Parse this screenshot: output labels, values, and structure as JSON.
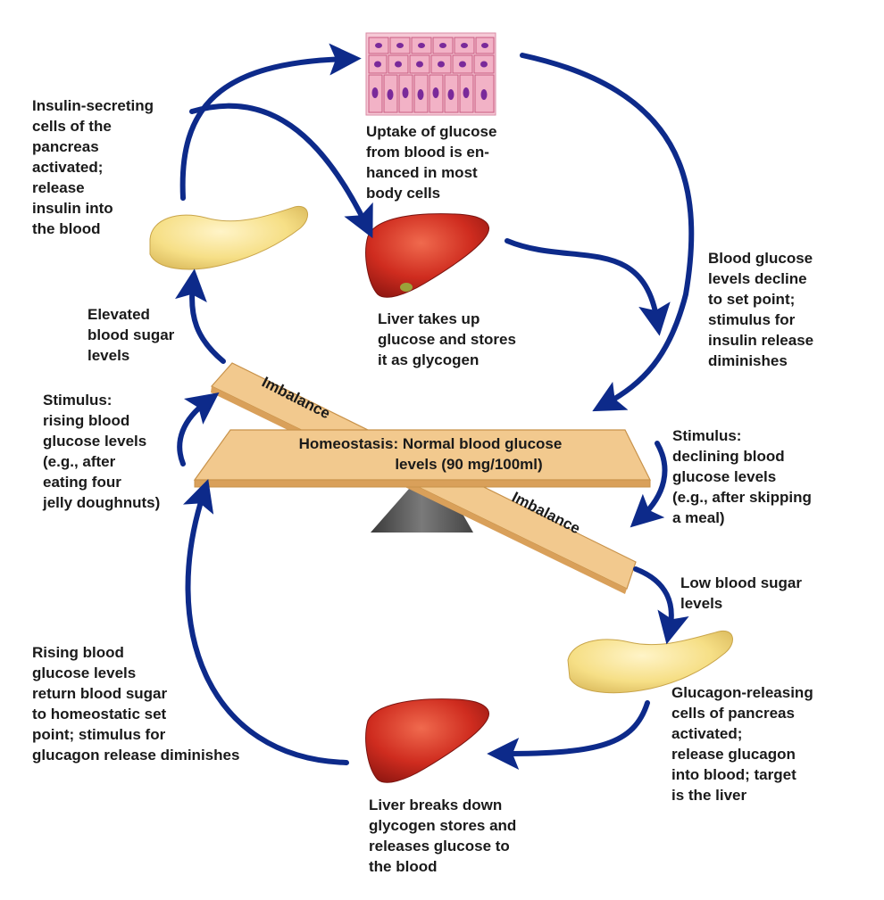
{
  "labels": {
    "insulin_cells": "Insulin-secreting\ncells of the\npancreas\nactivated;\nrelease\ninsulin into\nthe blood",
    "uptake": "Uptake of glucose\nfrom blood is en-\nhanced in most\nbody cells",
    "liver_takes_up": "Liver takes up\nglucose and stores\nit as glycogen",
    "blood_glucose_decline": "Blood glucose\nlevels decline\nto set point;\nstimulus for\ninsulin release\ndiminishes",
    "elevated": "Elevated\nblood sugar\nlevels",
    "stimulus_rising": "Stimulus:\nrising blood\nglucose levels\n(e.g., after\neating four\njelly doughnuts)",
    "stimulus_declining": "Stimulus:\ndeclining blood\nglucose levels\n(e.g., after skipping\na meal)",
    "low_sugar": "Low blood sugar\nlevels",
    "glucagon_cells": "Glucagon-releasing\ncells of pancreas\nactivated;\nrelease glucagon\ninto blood; target\nis the liver",
    "rising_return": "Rising blood\nglucose levels\nreturn blood sugar\nto homeostatic set\npoint; stimulus for\nglucagon release diminishes",
    "liver_breaks_down": "Liver breaks down\nglycogen stores and\nreleases glucose to\nthe blood"
  },
  "seesaw": {
    "homeostasis_line1": "Homeostasis: Normal blood glucose",
    "homeostasis_line2": "levels (90 mg/100ml)",
    "imbalance_upper": "Imbalance",
    "imbalance_lower": "Imbalance"
  },
  "colors": {
    "arrow": "#0d2a8a",
    "board": "#f2c98e",
    "board_edge": "#c8924a",
    "liver": "#c8281e",
    "pancreas": "#f4dc7a",
    "cells": "#f2b6c8",
    "nucleus": "#7a2a9a",
    "fulcrum": "#555555"
  }
}
